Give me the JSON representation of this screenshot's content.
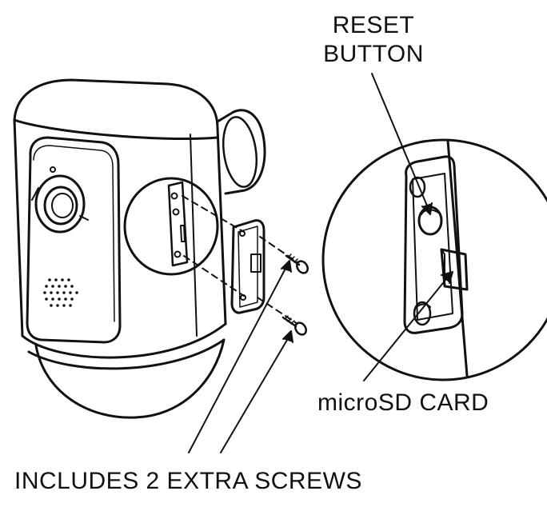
{
  "labels": {
    "reset_line1": "RESET",
    "reset_line2": "BUTTON",
    "microsd": "microSD CARD",
    "screws": "INCLUDES 2 EXTRA SCREWS"
  },
  "colors": {
    "line": "#111111",
    "background": "#ffffff"
  }
}
